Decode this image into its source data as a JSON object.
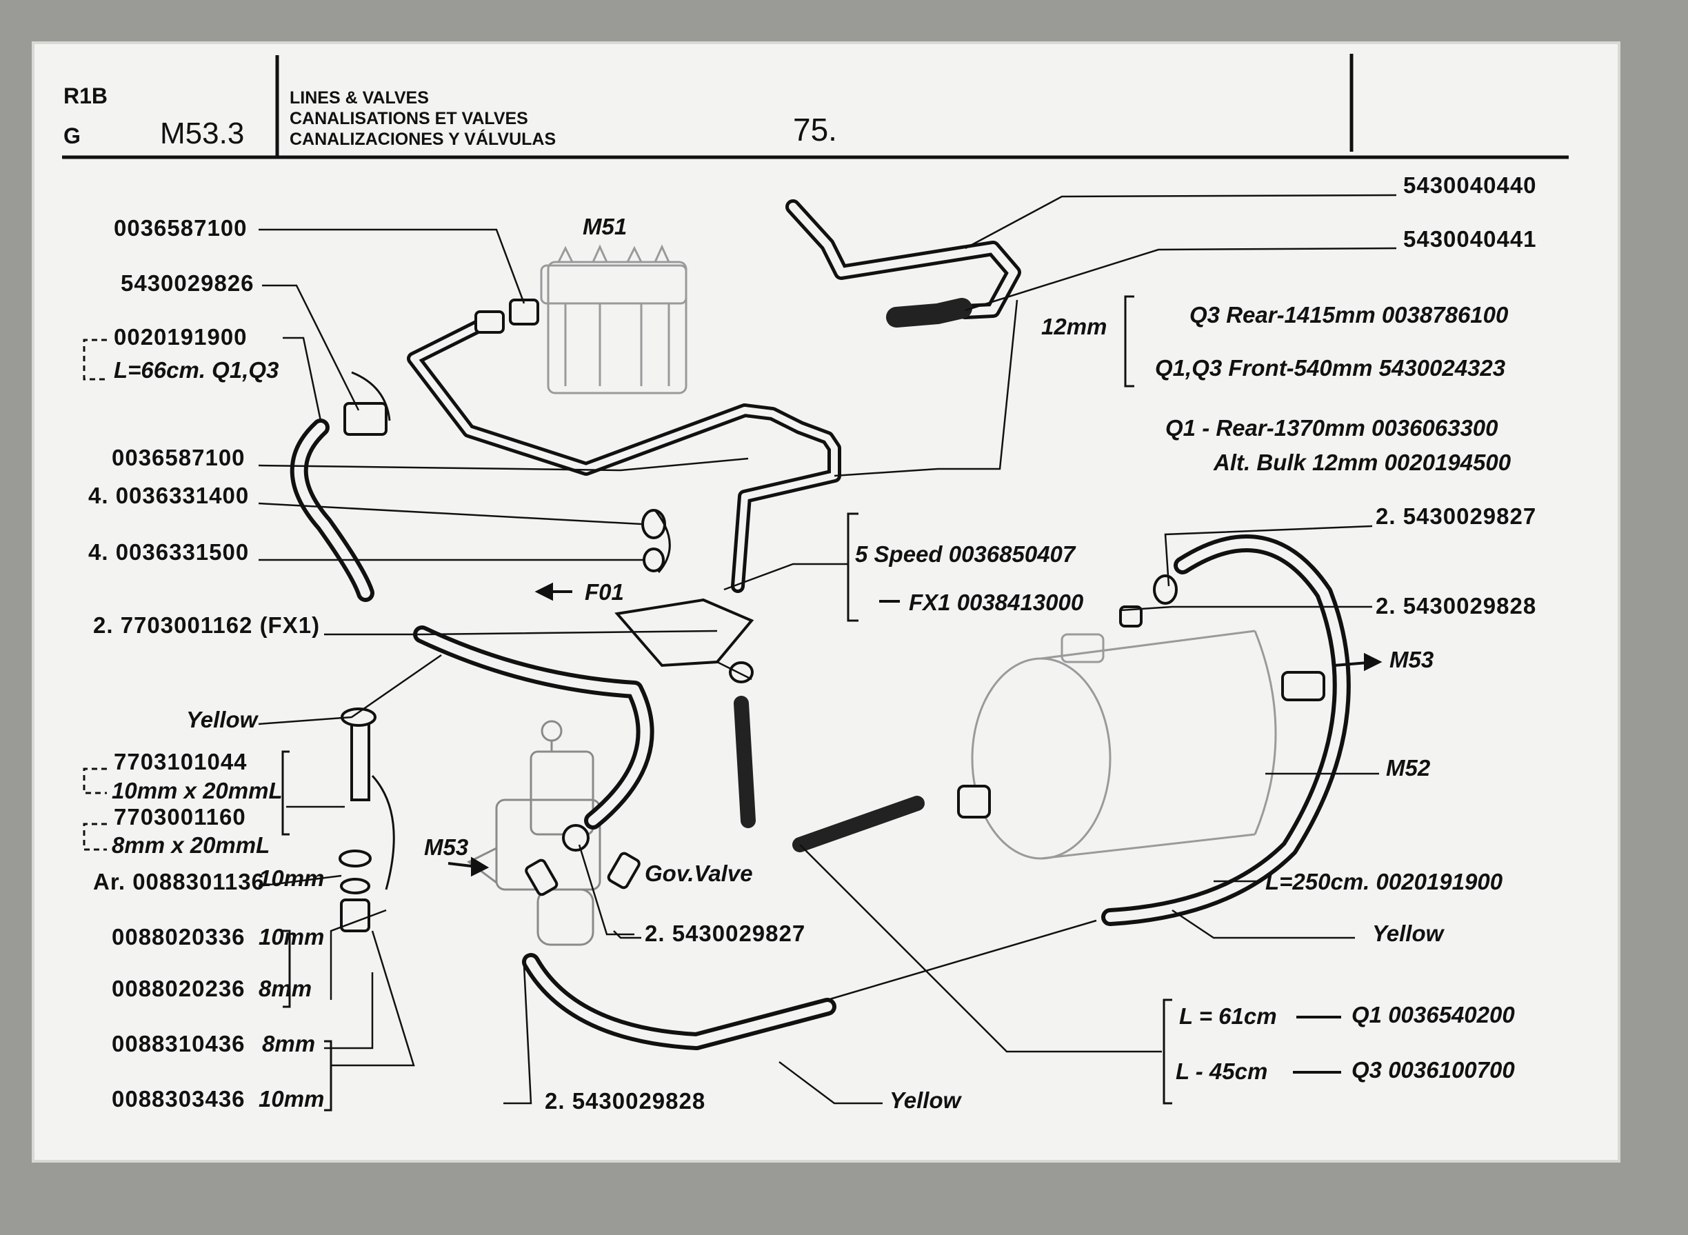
{
  "header": {
    "model_line1": "R1B",
    "model_line2": "G",
    "section_code": "M53.3",
    "titles": [
      "LINES & VALVES",
      "CANALISATIONS ET VALVES",
      "CANALIZACIONES Y VÁLVULAS"
    ],
    "page_number": "75."
  },
  "labels": {
    "p_0036587100_top": "0036587100",
    "m51": "M51",
    "p_5430029826": "5430029826",
    "p_0020191900": "0020191900",
    "l_66cm": "L=66cm. Q1,Q3",
    "p_0036587100_mid": "0036587100",
    "q_0036331400": "4. 0036331400",
    "q_0036331500": "4. 0036331500",
    "f01": "F01",
    "p_7703001162": "2. 7703001162 (FX1)",
    "yellow_left": "Yellow",
    "p_7703101044": "7703101044",
    "d_10x20": "10mm x 20mmL",
    "p_7703001160": "7703001160",
    "d_8x20": "8mm x 20mmL",
    "m53_left": "M53",
    "ar_0088301136": "Ar. 0088301136",
    "d_10mm_washer": "10mm",
    "p_0088020336": "0088020336",
    "d_0088020336": "10mm",
    "p_0088020236": "0088020236",
    "d_0088020236": "8mm",
    "p_0088310436": "0088310436",
    "d_0088310436": "8mm",
    "p_0088303436": "0088303436",
    "d_0088303436": "10mm",
    "p_5430040440": "5430040440",
    "p_5430040441": "5430040441",
    "d_12mm": "12mm",
    "q3_rear": "Q3 Rear-1415mm 0038786100",
    "q1q3_front": "Q1,Q3 Front-540mm 5430024323",
    "q1_rear": "Q1 - Rear-1370mm 0036063300",
    "alt_bulk": "Alt. Bulk 12mm 0020194500",
    "p_5430029827_top": "2. 5430029827",
    "five_speed": "5 Speed 0036850407",
    "fx1": "FX1 0038413000",
    "p_5430029828_right": "2. 5430029828",
    "m53_right": "M53",
    "m52": "M52",
    "gov_valve": "Gov.Valve",
    "p_5430029827_bot": "2. 5430029827",
    "l_250cm": "L=250cm. 0020191900",
    "yellow_right": "Yellow",
    "l_61cm": "L = 61cm",
    "q1_61": "Q1 0036540200",
    "l_45cm": "L - 45cm",
    "q3_45": "Q3 0036100700",
    "p_5430029828_bot": "2. 5430029828",
    "yellow_bottom": "Yellow"
  }
}
